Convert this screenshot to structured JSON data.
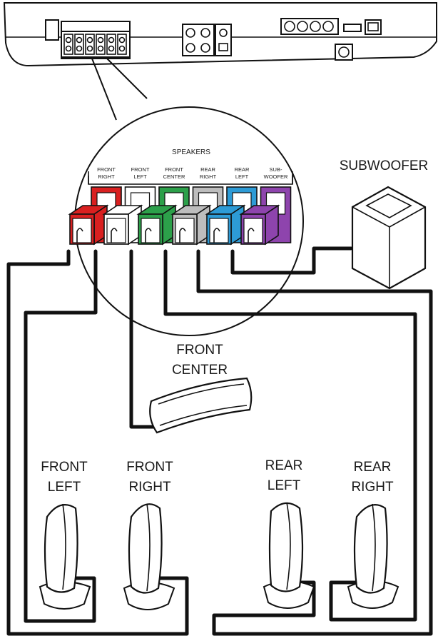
{
  "diagram": {
    "jack_panel": {
      "heading": "SPEAKERS",
      "jacks": [
        {
          "id": "front-right",
          "line1": "FRONT",
          "line2": "RIGHT",
          "color": "#d92020"
        },
        {
          "id": "front-left",
          "line1": "FRONT",
          "line2": "LEFT",
          "color": "#ffffff"
        },
        {
          "id": "front-center",
          "line1": "FRONT",
          "line2": "CENTER",
          "color": "#2ca04a"
        },
        {
          "id": "rear-right",
          "line1": "REAR",
          "line2": "RIGHT",
          "color": "#bdbdbd"
        },
        {
          "id": "rear-left",
          "line1": "REAR",
          "line2": "LEFT",
          "color": "#2d9bd6"
        },
        {
          "id": "subwoofer",
          "line1": "SUB-",
          "line2": "WOOFER",
          "color": "#8e44ad"
        }
      ]
    },
    "speakers": {
      "subwoofer": "SUBWOOFER",
      "front_center": [
        "FRONT",
        "CENTER"
      ],
      "front_left": [
        "FRONT",
        "LEFT"
      ],
      "front_right": [
        "FRONT",
        "RIGHT"
      ],
      "rear_left": [
        "REAR",
        "LEFT"
      ],
      "rear_right": [
        "REAR",
        "RIGHT"
      ]
    }
  }
}
